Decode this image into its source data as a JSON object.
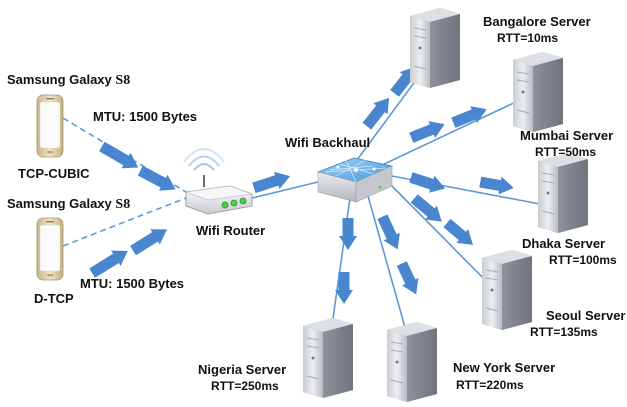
{
  "devices": [
    {
      "name": "Samsung Galaxy",
      "model": "S8",
      "mtu": "MTU: 1500 Bytes",
      "protocol": "TCP-CUBIC"
    },
    {
      "name": "Samsung Galaxy",
      "model": "S8",
      "mtu": "MTU: 1500 Bytes",
      "protocol": "D-TCP"
    }
  ],
  "router": {
    "label": "Wifi Router"
  },
  "backhaul": {
    "label": "Wifi Backhaul"
  },
  "servers": [
    {
      "name": "Bangalore Server",
      "rtt": "RTT=10ms"
    },
    {
      "name": "Mumbai Server",
      "rtt": "RTT=50ms"
    },
    {
      "name": "Dhaka Server",
      "rtt": "RTT=100ms"
    },
    {
      "name": "Seoul Server",
      "rtt": "RTT=135ms"
    },
    {
      "name": "New York Server",
      "rtt": "RTT=220ms"
    },
    {
      "name": "Nigeria Server",
      "rtt": "RTT=250ms"
    }
  ],
  "colors": {
    "arrow": "#4a86cf",
    "line": "#5b9bd5",
    "led": "#49d14a"
  }
}
